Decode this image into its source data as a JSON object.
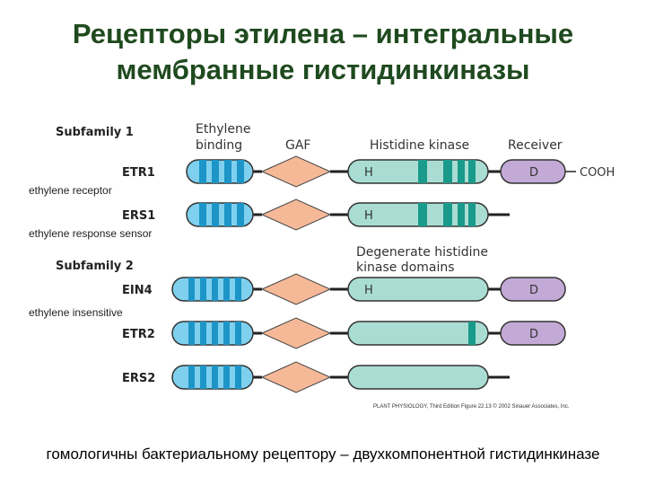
{
  "title": {
    "line1": "Рецепторы этилена – интегральные",
    "line2": "мембранные гистидинкиназы"
  },
  "headers": {
    "ethylene_binding_1": "Ethylene",
    "ethylene_binding_2": "binding",
    "gaf": "GAF",
    "histidine_kinase": "Histidine kinase",
    "receiver": "Receiver",
    "degenerate_1": "Degenerate histidine",
    "degenerate_2": "kinase domains"
  },
  "subfamilies": {
    "sf1": "Subfamily 1",
    "sf2": "Subfamily 2"
  },
  "receptors": [
    {
      "name": "ETR1",
      "note": "ethylene receptor",
      "h": "H",
      "d": "D",
      "tail": "COOH"
    },
    {
      "name": "ERS1",
      "note": "ethylene response sensor",
      "h": "H"
    },
    {
      "name": "EIN4",
      "note": "ethylene insensitive",
      "h": "H",
      "d": "D"
    },
    {
      "name": "ETR2",
      "d": "D"
    },
    {
      "name": "ERS2"
    }
  ],
  "credit": "PLANT PHYSIOLOGY, Third Edition  Figure 22.13  © 2002 Sinauer Associates, Inc.",
  "footer": "гомологичны бактериальному рецептору – двухкомпонентной гистидинкиназе",
  "colors": {
    "title": "#1f4a1f",
    "tm_fill": "#2aa7d8",
    "tm_light": "#7fd0ee",
    "gaf": "#f6b998",
    "kinase": "#a9ddd3",
    "kinase_band": "#1a9a8a",
    "receiver": "#c3aad6"
  }
}
